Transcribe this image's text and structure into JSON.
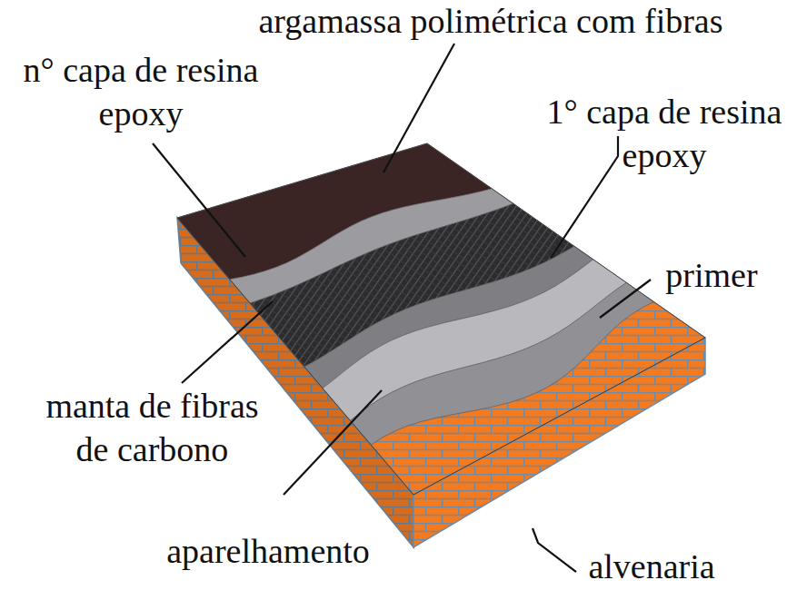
{
  "diagram": {
    "labels": [
      "argamassa polimétrica com fibras",
      "n° capa de resina epoxy",
      "1° capa de resina epoxy",
      "primer",
      "manta de fibras de carbono",
      "aparelhamento",
      "alvenaria"
    ]
  }
}
